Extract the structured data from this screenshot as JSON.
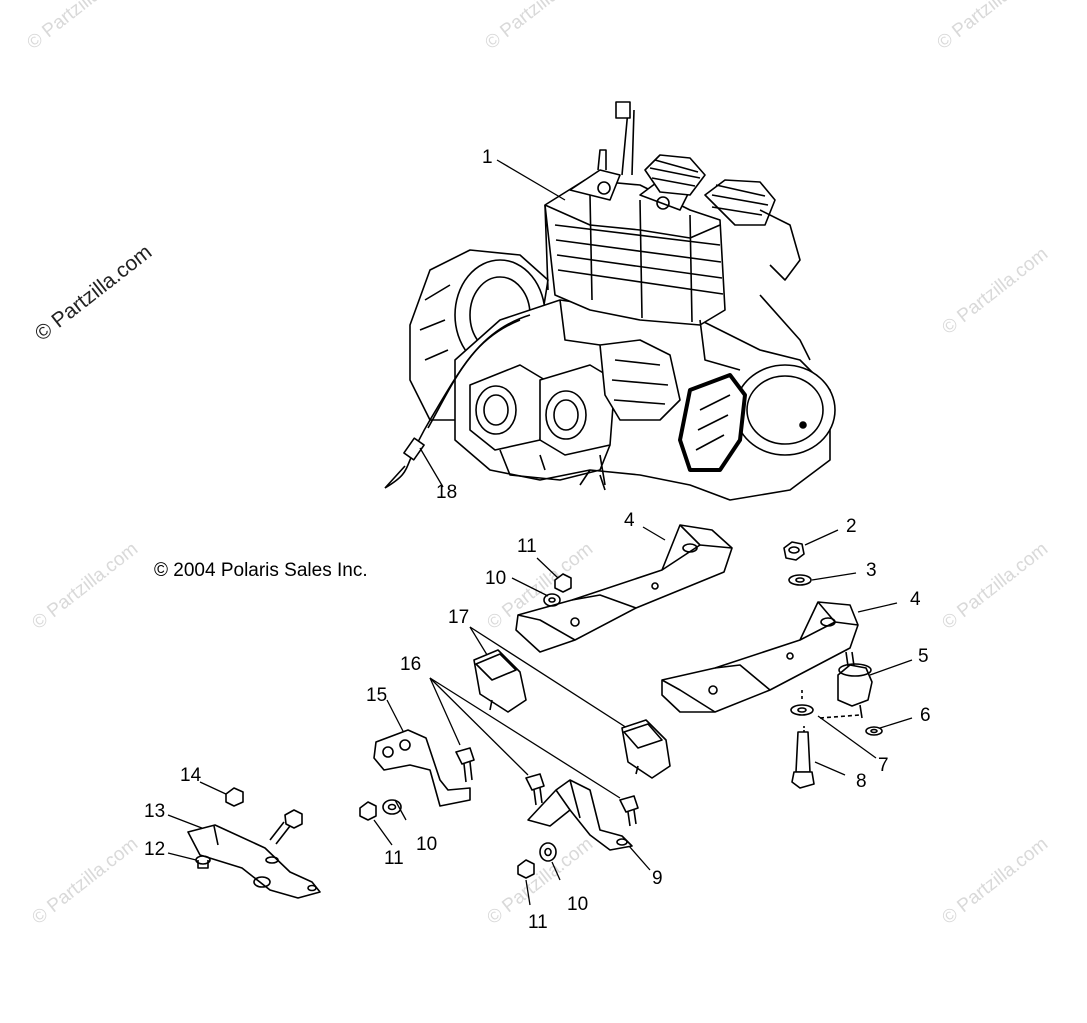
{
  "watermarks": {
    "text": "© Partzilla.com",
    "faint_color": "#d9d9d9",
    "strong_color": "#222222"
  },
  "copyright": "© 2004 Polaris Sales Inc.",
  "callouts": [
    "1",
    "2",
    "3",
    "4",
    "4",
    "5",
    "6",
    "7",
    "8",
    "9",
    "10",
    "10",
    "10",
    "11",
    "11",
    "11",
    "12",
    "13",
    "14",
    "15",
    "16",
    "17",
    "18"
  ]
}
